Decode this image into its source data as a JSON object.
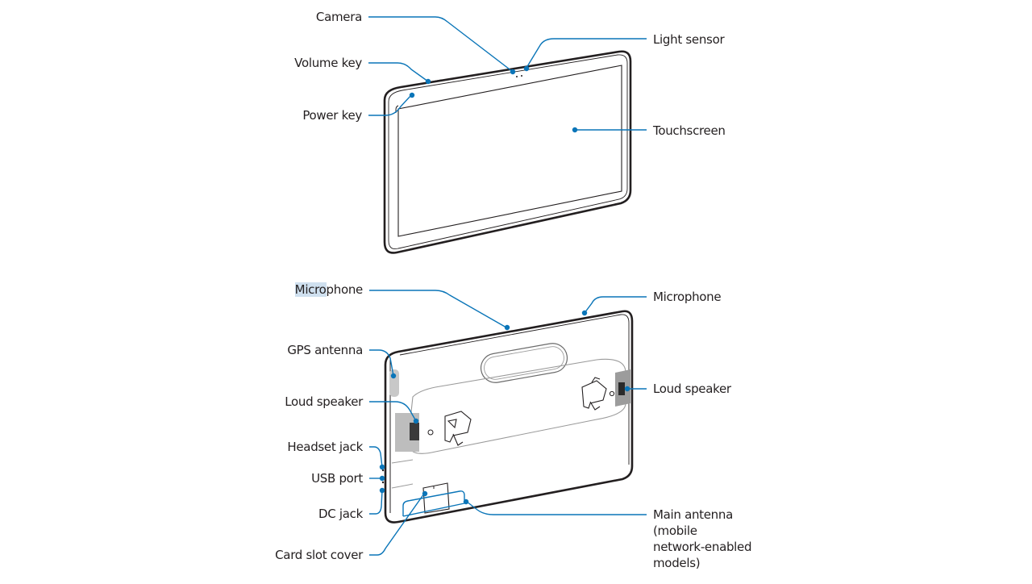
{
  "diagram": {
    "title": "Tablet device layout",
    "accent_color": "#0a75b8",
    "outline_color": "#231f20",
    "front_view": {
      "labels": {
        "camera": "Camera",
        "volume_key": "Volume key",
        "power_key": "Power key",
        "light_sensor": "Light sensor",
        "touchscreen": "Touchscreen"
      }
    },
    "back_view": {
      "labels": {
        "microphone_left_highlight": "Micro",
        "microphone_left_rest": "phone",
        "microphone_right": "Microphone",
        "gps_antenna": "GPS antenna",
        "loud_speaker_left": "Loud speaker",
        "loud_speaker_right": "Loud speaker",
        "headset_jack": "Headset jack",
        "usb_port": "USB port",
        "dc_jack": "DC jack",
        "card_slot_cover": "Card slot cover",
        "main_antenna_line1": "Main antenna",
        "main_antenna_line2": "(mobile",
        "main_antenna_line3": "network-enabled",
        "main_antenna_line4": "models)"
      }
    }
  }
}
